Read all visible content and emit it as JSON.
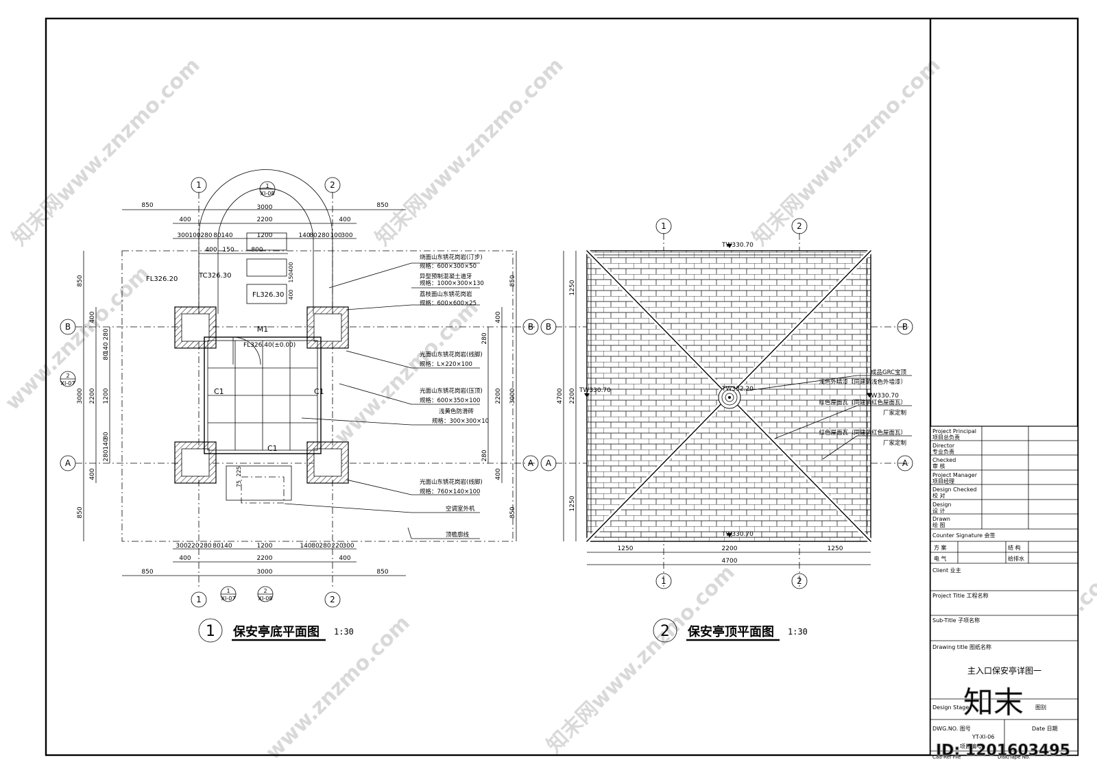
{
  "plan1": {
    "number": "1",
    "title": "保安亭底平面图",
    "scale": "1:30",
    "axes": {
      "top_left": "1",
      "top_right": "2",
      "left_top": "B",
      "left_bottom": "A"
    },
    "section_marks": [
      {
        "num": "1",
        "ref": "XI-08"
      },
      {
        "num": "1",
        "ref": "XI-07"
      },
      {
        "num": "2",
        "ref": "XI-08"
      },
      {
        "num": "2",
        "ref": "XI-07"
      }
    ],
    "dims_h_top": [
      "850",
      "3000",
      "850",
      "400",
      "2200",
      "400",
      "300",
      "100",
      "280",
      "80",
      "140",
      "1200",
      "140",
      "80",
      "280",
      "100",
      "300",
      "400",
      "150",
      "800"
    ],
    "dims_h_bottom": [
      "300",
      "220",
      "280",
      "80",
      "140",
      "1200",
      "140",
      "80",
      "280",
      "220",
      "300",
      "400",
      "2200",
      "400",
      "850",
      "3000",
      "850"
    ],
    "dims_v_left": [
      "850",
      "400",
      "280",
      "140",
      "80",
      "1200",
      "3000",
      "2200",
      "80",
      "140",
      "280",
      "400",
      "850"
    ],
    "dims_v_right": [
      "850",
      "400",
      "280",
      "2200",
      "3000",
      "280",
      "400",
      "850"
    ],
    "elevations": [
      "FL326.20",
      "TC326.30",
      "FL326.30",
      "FL326.40(±0.00)"
    ],
    "rooms": [
      "M1",
      "C1",
      "C1",
      "C1"
    ],
    "notes": [
      "烧面山东锈花岗岩(汀步)",
      "规格：600×300×50",
      "异型预制混凝土道牙",
      "规格：1000×300×130",
      "荔枝面山东锈花岗岩",
      "规格：600×600×25",
      "光面山东锈花岗岩(线脚)",
      "规格：L×220×100",
      "光面山东锈花岗岩(压顶)",
      "规格：600×350×100",
      "浅黄色防滑砖",
      "规格：300×300×10",
      "光面山东锈花岗岩(线脚)",
      "规格：760×140×100",
      "空调室外机",
      "顶檐廓线"
    ],
    "small_dims": [
      "400",
      "400",
      "150",
      "225",
      "75"
    ]
  },
  "plan2": {
    "number": "2",
    "title": "保安亭顶平面图",
    "scale": "1:30",
    "levels": [
      "TW330.70",
      "TW330.70",
      "TW330.70",
      "TW330.70",
      "TW332.20"
    ],
    "dims_h": [
      "1250",
      "2200",
      "1250",
      "4700"
    ],
    "dims_v": [
      "1250",
      "2200",
      "1250",
      "4700"
    ],
    "notes": [
      "成品GRC宝顶",
      "浅色外墙漆（同建筑浅色外墙漆）",
      "红色屋面瓦（同建筑红色屋面瓦）",
      "厂家定制",
      "红色屋面瓦（同建筑红色屋面瓦）",
      "厂家定制"
    ]
  },
  "title_block": {
    "rows": [
      {
        "en": "Project Principal",
        "cn": "项目总负责"
      },
      {
        "en": "Director",
        "cn": "专业负责"
      },
      {
        "en": "Checked",
        "cn": "审 核"
      },
      {
        "en": "Project Manager",
        "cn": "项目经理"
      },
      {
        "en": "Design Checked",
        "cn": "校 对"
      },
      {
        "en": "Design",
        "cn": "设 计"
      },
      {
        "en": "Drawn",
        "cn": "绘 图"
      }
    ],
    "counter_signature": "Counter Signature 会签",
    "sig_cells": [
      "方 案",
      "结 构",
      "电 气",
      "给排水"
    ],
    "client": "Client 业主",
    "project_title": "Project Title 工程名称",
    "sub_title": "Sub-Title 子项名称",
    "drawing_title_label": "Drawing title 图纸名称",
    "drawing_title": "主入口保安亭详图一",
    "design_stage": "Design Stage.",
    "drawing_type": "图别",
    "dwg_no_label": "DWG.NO. 图号",
    "dwg_no": "YT-XI-06",
    "date_label": "Date 日期",
    "project_no_label": "项目编号",
    "cad_ref": "Cad-Ref File",
    "disk_tape": "Disk/Tape No."
  },
  "watermark": {
    "site": "www.znzmo.com",
    "brand": "知末网",
    "logo": "知末",
    "id": "ID: 1201603495"
  }
}
